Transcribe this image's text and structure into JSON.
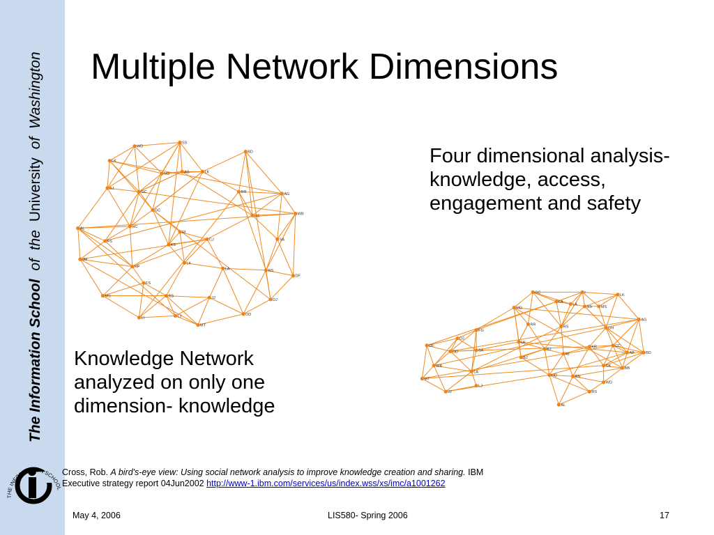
{
  "sidebar": {
    "school_bold": "The Information School",
    "of_the_1": "of",
    "of_the_2": "the",
    "university": "University",
    "of_3": "of",
    "washington": "Washington",
    "logo_ring_text": "THE INFORMATION SCHOOL"
  },
  "slide": {
    "title": "Multiple Network Dimensions",
    "right_text": "Four dimensional analysis- knowledge, access, engagement and safety",
    "left_text": "Knowledge Network analyzed on only one dimension- knowledge"
  },
  "knowledge_network": {
    "nodes": [
      [
        "WD",
        0.28,
        0.06
      ],
      [
        "SS",
        0.48,
        0.04
      ],
      [
        "BD",
        0.77,
        0.09
      ],
      [
        "LK",
        0.17,
        0.14
      ],
      [
        "NG",
        0.4,
        0.21
      ],
      [
        "AS",
        0.49,
        0.2
      ],
      [
        "LK",
        0.58,
        0.2
      ],
      [
        "BJ",
        0.16,
        0.29
      ],
      [
        "GC",
        0.3,
        0.31
      ],
      [
        "RR",
        0.74,
        0.31
      ],
      [
        "AG",
        0.93,
        0.32
      ],
      [
        "GC",
        0.36,
        0.41
      ],
      [
        "WB",
        0.99,
        0.43
      ],
      [
        "SS",
        0.8,
        0.44
      ],
      [
        "AL",
        0.03,
        0.51
      ],
      [
        "HC",
        0.26,
        0.5
      ],
      [
        "RI",
        0.48,
        0.53
      ],
      [
        "CJ",
        0.6,
        0.57
      ],
      [
        "SA",
        0.91,
        0.57
      ],
      [
        "FS",
        0.15,
        0.58
      ],
      [
        "KS",
        0.43,
        0.6
      ],
      [
        "JM",
        0.04,
        0.68
      ],
      [
        "LK",
        0.5,
        0.7
      ],
      [
        "HP",
        0.27,
        0.72
      ],
      [
        "LA",
        0.67,
        0.73
      ],
      [
        "RS",
        0.86,
        0.74
      ],
      [
        "DF",
        0.98,
        0.77
      ],
      [
        "FS",
        0.32,
        0.81
      ],
      [
        "MS",
        0.14,
        0.88
      ],
      [
        "RS",
        0.42,
        0.88
      ],
      [
        "JJ",
        0.61,
        0.89
      ],
      [
        "DJ",
        0.88,
        0.9
      ],
      [
        "LJ",
        0.46,
        0.99
      ],
      [
        "OD",
        0.76,
        0.98
      ],
      [
        "LI",
        0.3,
        1.0
      ],
      [
        "MT",
        0.56,
        1.04
      ]
    ]
  },
  "multi_network": {
    "nodes": [
      [
        "GC",
        0.48,
        0.02
      ],
      [
        "I",
        0.69,
        0.02
      ],
      [
        "LK",
        0.84,
        0.04
      ],
      [
        "FA",
        0.58,
        0.1
      ],
      [
        "LA",
        0.64,
        0.12
      ],
      [
        "MG",
        0.4,
        0.15
      ],
      [
        "SS",
        0.7,
        0.14
      ],
      [
        "MS",
        0.76,
        0.14
      ],
      [
        "AG",
        0.93,
        0.25
      ],
      [
        "FG",
        0.24,
        0.34
      ],
      [
        "RR",
        0.46,
        0.29
      ],
      [
        "RS",
        0.6,
        0.31
      ],
      [
        "GH",
        0.79,
        0.32
      ],
      [
        "DJ",
        0.16,
        0.41
      ],
      [
        "LK",
        0.42,
        0.44
      ],
      [
        "DF",
        0.03,
        0.47
      ],
      [
        "CC",
        0.82,
        0.47
      ],
      [
        "AB",
        0.88,
        0.53
      ],
      [
        "BD",
        0.95,
        0.53
      ],
      [
        "DD",
        0.13,
        0.52
      ],
      [
        "SA",
        0.24,
        0.51
      ],
      [
        "KR",
        0.72,
        0.48
      ],
      [
        "BJ",
        0.53,
        0.5
      ],
      [
        "RI",
        0.61,
        0.54
      ],
      [
        "BJ",
        0.43,
        0.57
      ],
      [
        "WB",
        0.06,
        0.64
      ],
      [
        "CK",
        0.78,
        0.64
      ],
      [
        "BB",
        0.86,
        0.66
      ],
      [
        "LA",
        0.22,
        0.69
      ],
      [
        "HD",
        0.55,
        0.72
      ],
      [
        "RN",
        0.65,
        0.73
      ],
      [
        "WD",
        0.78,
        0.78
      ],
      [
        "MT",
        0.01,
        0.75
      ],
      [
        "LJ",
        0.24,
        0.81
      ],
      [
        "JJ",
        0.11,
        0.86
      ],
      [
        "RS",
        0.72,
        0.86
      ],
      [
        "AL",
        0.59,
        0.97
      ]
    ]
  },
  "citation": {
    "author": "Cross, Rob.",
    "work_title": "A bird's-eye view: Using social network analysis to improve knowledge creation and sharing.",
    "publisher": "IBM",
    "line2": "Executive strategy report  04Jun2002",
    "url": "http://www-1.ibm.com/services/us/index.wss/xs/imc/a1001262"
  },
  "footer": {
    "date": "May 4, 2006",
    "course": "LIS580- Spring 2006",
    "page": "17"
  },
  "colors": {
    "sidebar_bg": "#c9d9ee",
    "edge": "#f08a1e",
    "node": "#f0821a",
    "link": "#0000cc"
  }
}
